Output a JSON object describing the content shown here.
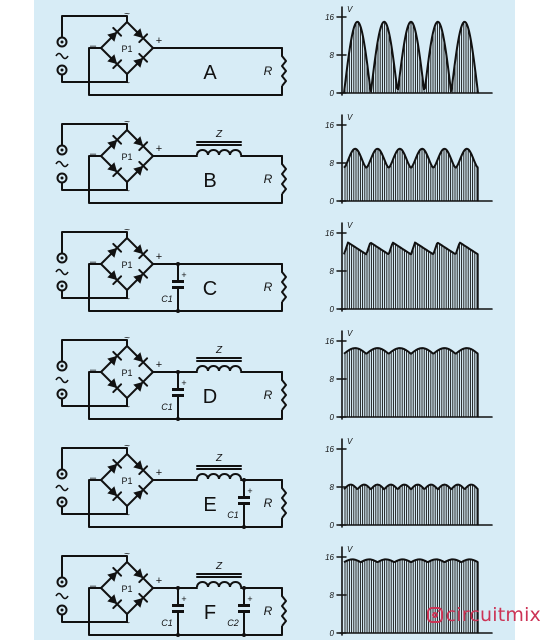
{
  "diagram": {
    "background_colors": {
      "page": "#ffffff",
      "panel": "#d7ecf6",
      "ink": "#111111"
    },
    "panels": [
      {
        "id": "A",
        "letter": "A",
        "bridge_label": "P1",
        "inductor": false,
        "inductor_label": "",
        "cap_before": false,
        "cap_before_label": "",
        "cap_after": false,
        "cap_after_label": "",
        "resistor_label": "R",
        "polarity_minus": "–",
        "polarity_plus": "+",
        "graph": {
          "y_ticks": [
            "16",
            "8",
            "0"
          ],
          "y_unit": "V",
          "waveform": {
            "type": "full-wave-rectified",
            "peak_v": 15,
            "ripple_v": 15,
            "pulses": 5
          }
        }
      },
      {
        "id": "B",
        "letter": "B",
        "bridge_label": "P1",
        "inductor": true,
        "inductor_label": "Z",
        "cap_before": false,
        "cap_before_label": "",
        "cap_after": false,
        "cap_after_label": "",
        "resistor_label": "R",
        "polarity_minus": "–",
        "polarity_plus": "+",
        "graph": {
          "y_ticks": [
            "16",
            "8",
            "0"
          ],
          "y_unit": "V",
          "waveform": {
            "type": "smoothed-pulses",
            "peak_v": 11,
            "ripple_v": 4,
            "pulses": 6
          }
        }
      },
      {
        "id": "C",
        "letter": "C",
        "bridge_label": "P1",
        "inductor": false,
        "inductor_label": "",
        "cap_before": true,
        "cap_before_label": "C1",
        "cap_after": false,
        "cap_after_label": "",
        "resistor_label": "R",
        "polarity_minus": "–",
        "polarity_plus": "+",
        "cap_plus": "+",
        "graph": {
          "y_ticks": [
            "16",
            "8",
            "0"
          ],
          "y_unit": "V",
          "waveform": {
            "type": "sawtooth-ripple",
            "peak_v": 14,
            "ripple_v": 2.5,
            "pulses": 6
          }
        }
      },
      {
        "id": "D",
        "letter": "D",
        "bridge_label": "P1",
        "inductor": true,
        "inductor_label": "Z",
        "cap_before": true,
        "cap_before_label": "C1",
        "cap_after": false,
        "cap_after_label": "",
        "resistor_label": "R",
        "polarity_minus": "–",
        "polarity_plus": "+",
        "cap_plus": "+",
        "graph": {
          "y_ticks": [
            "16",
            "8",
            "0"
          ],
          "y_unit": "V",
          "waveform": {
            "type": "scalloped",
            "peak_v": 14.5,
            "ripple_v": 1.2,
            "pulses": 6
          }
        }
      },
      {
        "id": "E",
        "letter": "E",
        "bridge_label": "P1",
        "inductor": true,
        "inductor_label": "Z",
        "cap_before": false,
        "cap_before_label": "",
        "cap_after": true,
        "cap_after_label": "C1",
        "resistor_label": "R",
        "polarity_minus": "–",
        "polarity_plus": "+",
        "cap_plus": "+",
        "graph": {
          "y_ticks": [
            "16",
            "8",
            "0"
          ],
          "y_unit": "V",
          "waveform": {
            "type": "scalloped",
            "peak_v": 8.5,
            "ripple_v": 1.0,
            "pulses": 10
          }
        }
      },
      {
        "id": "F",
        "letter": "F",
        "bridge_label": "P1",
        "inductor": true,
        "inductor_label": "Z",
        "cap_before": true,
        "cap_before_label": "C1",
        "cap_after": true,
        "cap_after_label": "C2",
        "resistor_label": "R",
        "polarity_minus": "–",
        "polarity_plus": "+",
        "cap_plus": "+",
        "graph": {
          "y_ticks": [
            "16",
            "8",
            "0"
          ],
          "y_unit": "V",
          "waveform": {
            "type": "scalloped",
            "peak_v": 15.5,
            "ripple_v": 0.6,
            "pulses": 8
          }
        }
      }
    ]
  },
  "watermark": {
    "text": "circuitmix",
    "icon": "instagram-icon"
  }
}
